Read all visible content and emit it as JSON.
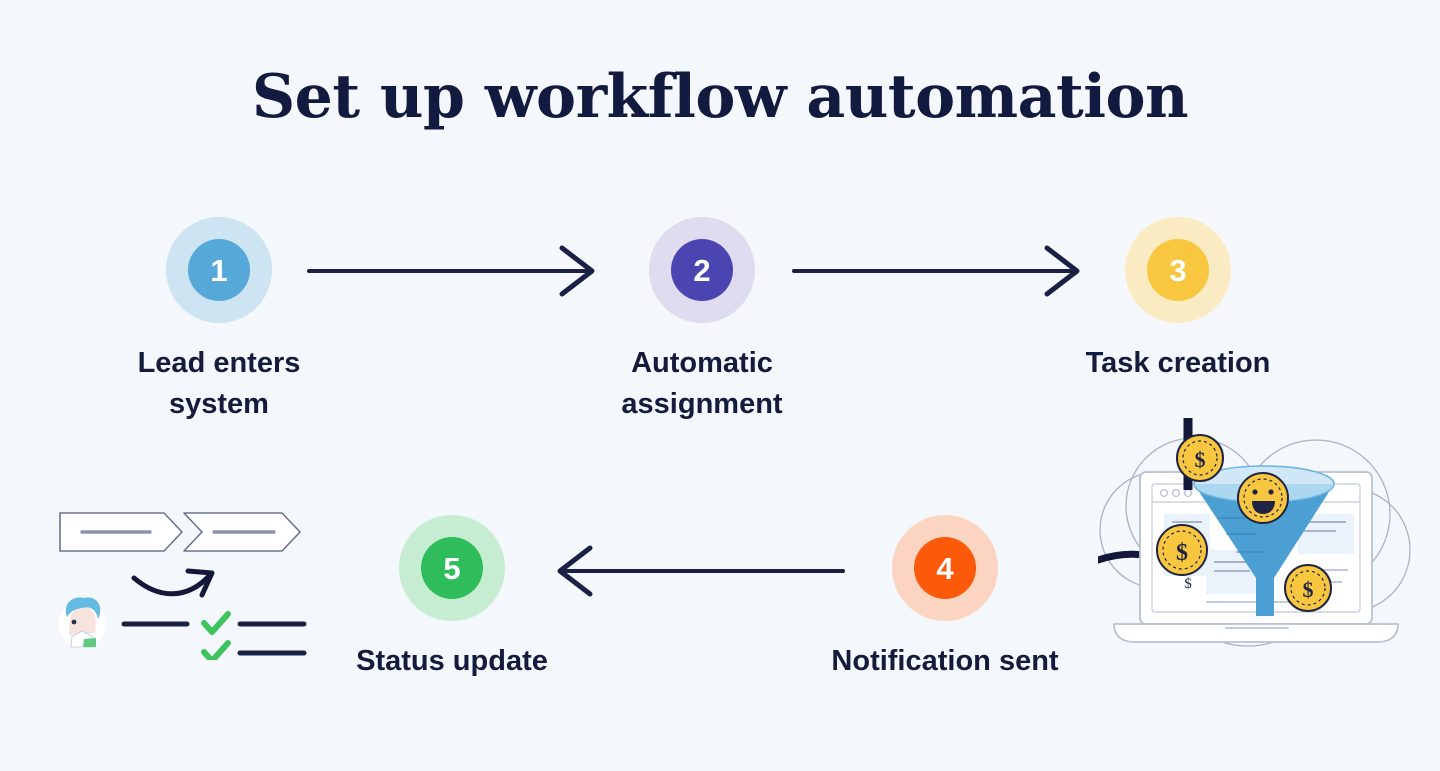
{
  "page": {
    "title": "Set up workflow automation",
    "background_color": "#f4f7fb",
    "text_color": "#151b3d"
  },
  "flow": {
    "arrow_color": "#1b2145",
    "steps": [
      {
        "number": "1",
        "label": "Lead enters\nsystem",
        "halo_color": "#cde4f2",
        "disc_color": "#56a8d8",
        "number_color": "#ffffff"
      },
      {
        "number": "2",
        "label": "Automatic\nassignment",
        "halo_color": "#dfdcf0",
        "disc_color": "#4b45b2",
        "number_color": "#ffffff"
      },
      {
        "number": "3",
        "label": "Task creation",
        "halo_color": "#fbebc2",
        "disc_color": "#f9c73f",
        "number_color": "#ffffff"
      },
      {
        "number": "4",
        "label": "Notification sent",
        "halo_color": "#fbd5c1",
        "disc_color": "#fa5a0a",
        "number_color": "#ffffff"
      },
      {
        "number": "5",
        "label": "Status update",
        "halo_color": "#c6ecd1",
        "disc_color": "#2ebd5a",
        "number_color": "#ffffff"
      }
    ],
    "connectors": [
      {
        "name": "arrow-step1-to-step2",
        "direction": "right"
      },
      {
        "name": "arrow-step2-to-step3",
        "direction": "right"
      },
      {
        "name": "arrow-step4-to-step5",
        "direction": "left"
      }
    ]
  },
  "illustrations": {
    "left": {
      "name": "workflow-assignment-illustration",
      "elements": [
        "chevron-box",
        "chevron-box",
        "curved-arrow",
        "person-avatar",
        "checkmark-line",
        "checkmark-line"
      ],
      "accent_color": "#2ebd5a",
      "avatar_hair_color": "#63bbe0"
    },
    "right": {
      "name": "sales-funnel-laptop-illustration",
      "elements": [
        "laptop",
        "funnel",
        "dollar-coin",
        "dollar-coin",
        "dollar-coin",
        "smiley-coin",
        "curved-arrow",
        "orbit-circle"
      ],
      "funnel_color": "#5aa9dc",
      "coin_color": "#f9c73f"
    }
  }
}
